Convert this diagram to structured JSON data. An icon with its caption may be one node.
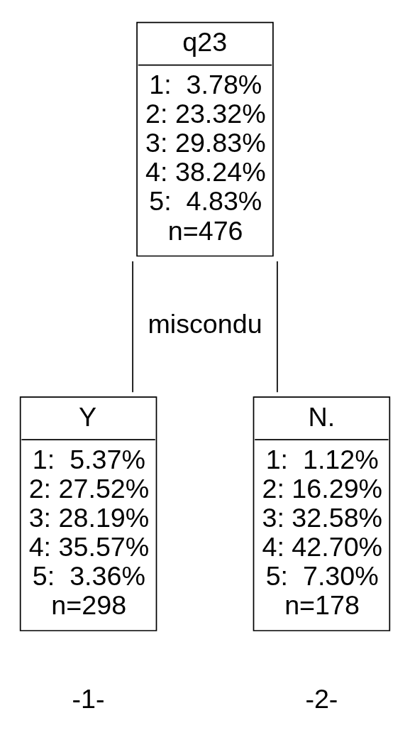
{
  "diagram": {
    "nodes": [
      {
        "text": [
          "q23",
          "1:  3.78%",
          "2: 23.32%",
          "3: 29.83%",
          "4: 38.24%",
          "5:  4.83%",
          "n=476"
        ]
      },
      {
        "text": [
          "Y",
          "1:  5.37%",
          "2: 27.52%",
          "3: 28.19%",
          "4: 35.57%",
          "5:  3.36%",
          "n=298"
        ],
        "beside": [
          "-1-"
        ]
      },
      {
        "text": [
          "N.",
          "1:  1.12%",
          "2: 16.29%",
          "3: 32.58%",
          "4: 42.70%",
          "5:  7.30%",
          "n=178"
        ],
        "beside": [
          "-2-"
        ]
      }
    ],
    "edges": [
      {
        "from": 0,
        "to": 1,
        "arrow": "none"
      },
      {
        "from": 0,
        "to": 2,
        "arrow": "none"
      }
    ],
    "labels": [
      "miscondu"
    ]
  }
}
